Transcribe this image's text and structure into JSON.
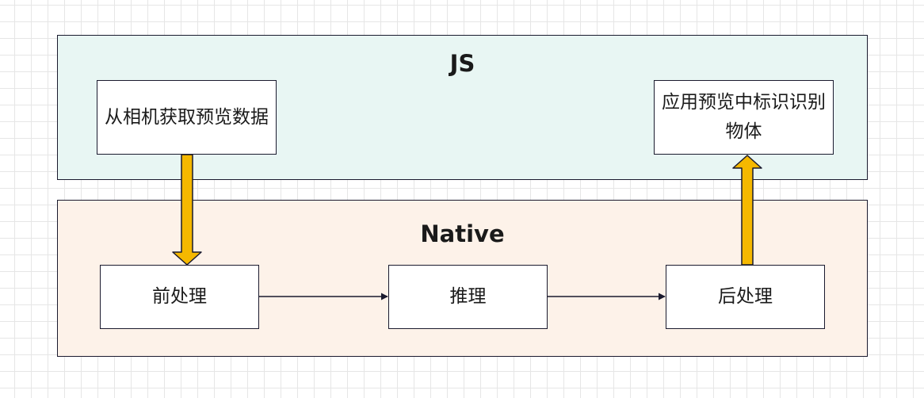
{
  "layers": {
    "js": {
      "title": "JS"
    },
    "native": {
      "title": "Native"
    }
  },
  "boxes": {
    "capture": "从相机获取预览数据",
    "display": "应用预览中标识识别物体",
    "preprocess": "前处理",
    "inference": "推理",
    "postprocess": "后处理"
  },
  "colors": {
    "js_layer": "#e8f6f3",
    "native_layer": "#fdf2e9",
    "big_arrow_fill": "#f5b800",
    "line": "#1a1a2e"
  }
}
